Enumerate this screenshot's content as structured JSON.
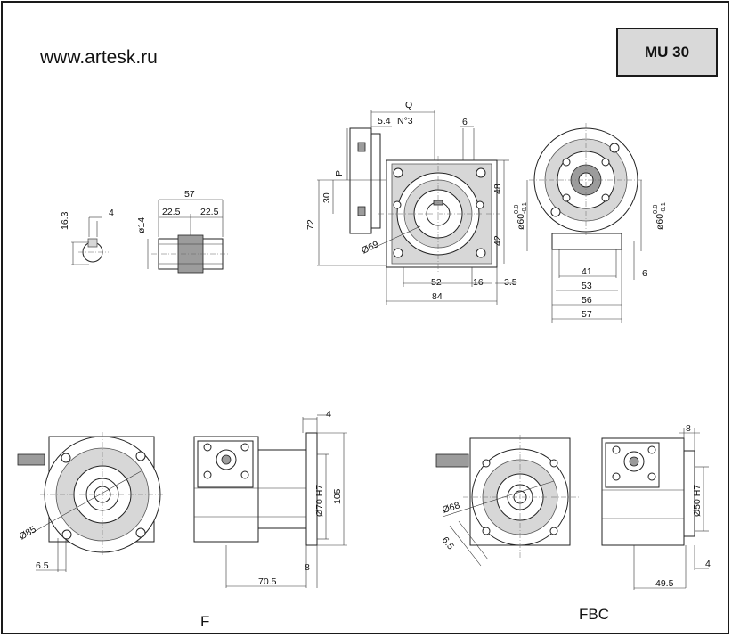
{
  "header": {
    "website": "www.artesk.ru",
    "model": "MU 30"
  },
  "variants": {
    "flange_f": "F",
    "flange_fbc": "FBC"
  },
  "dimensions": {
    "q": "Q",
    "p": "P",
    "d_5_4": "5.4",
    "n3": "N°3",
    "d_6_top": "6",
    "d_72": "72",
    "d_30": "30",
    "d_48": "48",
    "d_42": "42",
    "d_69": "Ø69",
    "d_52": "52",
    "d_16": "16",
    "d_3_5": "3.5",
    "d_84": "84",
    "d_60_left": "ø60",
    "d_60_right": "ø60",
    "tol_upper": "0.0",
    "tol_lower": "-0.1",
    "d_41": "41",
    "d_53": "53",
    "d_56": "56",
    "d_57_flange": "57",
    "d_6_flange": "6",
    "d_16_3": "16.3",
    "d_4_key": "4",
    "d_14": "ø14",
    "d_57_shaft": "57",
    "d_22_5_a": "22.5",
    "d_22_5_b": "22.5",
    "d_85": "Ø85",
    "d_6_5_f": "6.5",
    "d_4_f": "4",
    "d_70h7": "Ø70 H7",
    "d_105": "105",
    "d_8_f": "8",
    "d_70_5": "70.5",
    "d_68": "Ø68",
    "d_6_5_fbc": "6.5",
    "d_8_fbc": "8",
    "d_50h7": "Ø50 H7",
    "d_4_fbc": "4",
    "d_49_5": "49.5"
  }
}
